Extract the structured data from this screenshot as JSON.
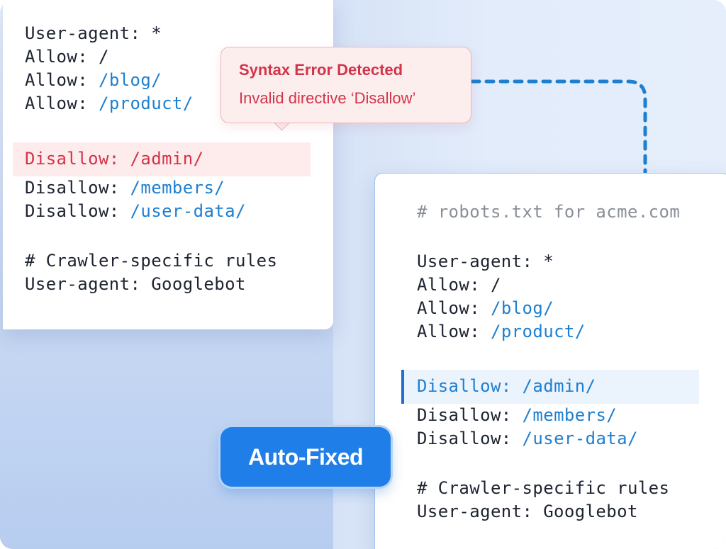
{
  "left_editor": {
    "lines": {
      "ua": {
        "key": "User-agent:",
        "value": " *"
      },
      "allow_root": {
        "key": "Allow:",
        "value": " /"
      },
      "allow_blog": {
        "key": "Allow:",
        "value": "/blog/"
      },
      "allow_product": {
        "key": "Allow:",
        "value": "/product/"
      },
      "disallow_admin": {
        "key": "Disallow:",
        "value": "/admin/"
      },
      "disallow_members": {
        "key": "Disallow:",
        "value": "/members/"
      },
      "disallow_userdata": {
        "key": "Disallow:",
        "value": "/user-data/"
      },
      "comment": "# Crawler-specific rules",
      "googlebot": "User-agent: Googlebot"
    }
  },
  "tooltip": {
    "title": "Syntax Error Detected",
    "message": "Invalid directive ‘Disallow’"
  },
  "right_editor": {
    "lines": {
      "header_comment": "# robots.txt for acme.com",
      "ua": {
        "key": "User-agent:",
        "value": " *"
      },
      "allow_root": {
        "key": "Allow:",
        "value": " /"
      },
      "allow_blog": {
        "key": "Allow:",
        "value": "/blog/"
      },
      "allow_product": {
        "key": "Allow:",
        "value": "/product/"
      },
      "disallow_admin": {
        "key": "Disallow:",
        "value": "/admin/"
      },
      "disallow_members": {
        "key": "Disallow:",
        "value": "/members/"
      },
      "disallow_userdata": {
        "key": "Disallow:",
        "value": "/user-data/"
      },
      "comment": "# Crawler-specific rules",
      "googlebot": "User-agent: Googlebot"
    }
  },
  "badge": {
    "label": "Auto-Fixed"
  },
  "colors": {
    "error": "#d2344a",
    "path": "#1e7fd0",
    "accent": "#1f7ee8",
    "fix_highlight": "#ebf3fd",
    "error_highlight": "#fdeceb"
  }
}
